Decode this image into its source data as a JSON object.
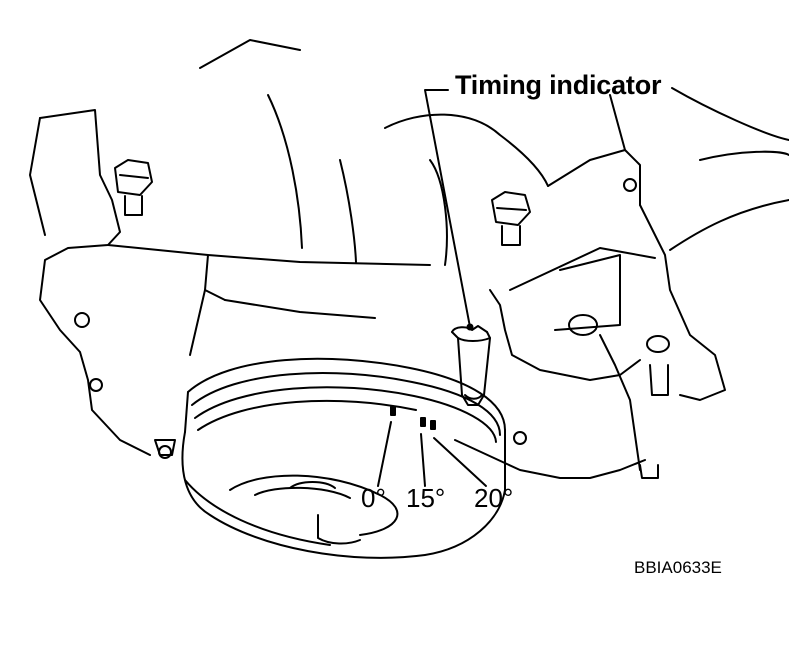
{
  "figure": {
    "callout_label": "Timing indicator",
    "marks": {
      "zero": "0°",
      "fifteen": "15°",
      "twenty": "20°"
    },
    "figure_code": "BBIA0633E"
  },
  "colors": {
    "line": "#000000",
    "background": "#ffffff"
  }
}
